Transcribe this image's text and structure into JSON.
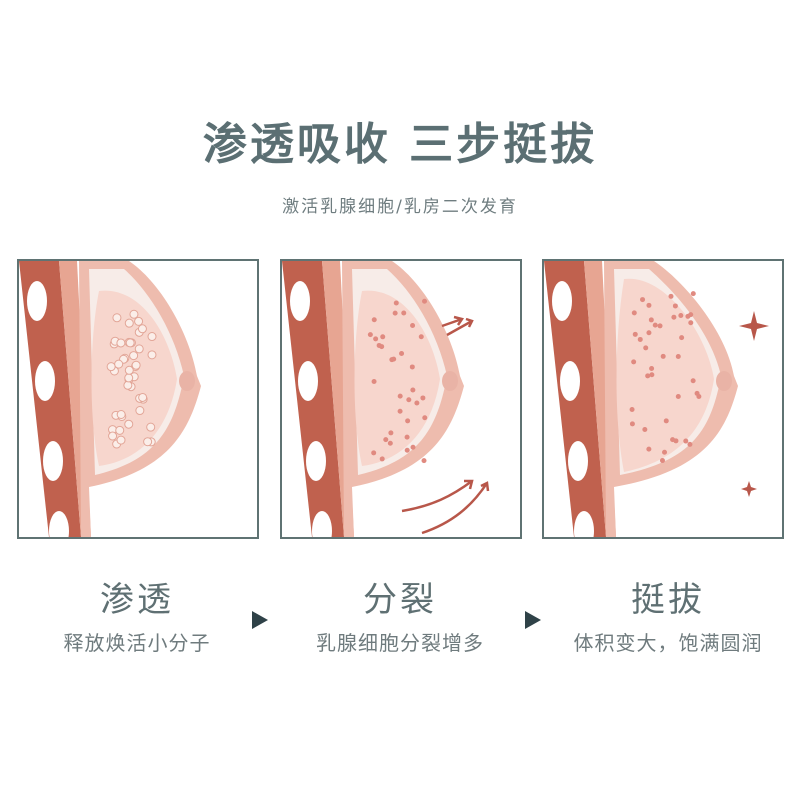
{
  "header": {
    "title": "渗透吸收 三步挺拔",
    "subtitle": "激活乳腺细胞/乳房二次发育"
  },
  "steps": [
    {
      "name": "渗透",
      "desc": "释放焕活小分子"
    },
    {
      "name": "分裂",
      "desc": "乳腺细胞分裂增多"
    },
    {
      "name": "挺拔",
      "desc": "体积变大，饱满圆润"
    }
  ],
  "colors": {
    "text": "#5b6f73",
    "border": "#5f7373",
    "arrow": "#2f4248",
    "muscle": "#c0614e",
    "tissue": "#f4cfc4",
    "gland": "#f7d6cd",
    "dot": "#e08a80"
  }
}
